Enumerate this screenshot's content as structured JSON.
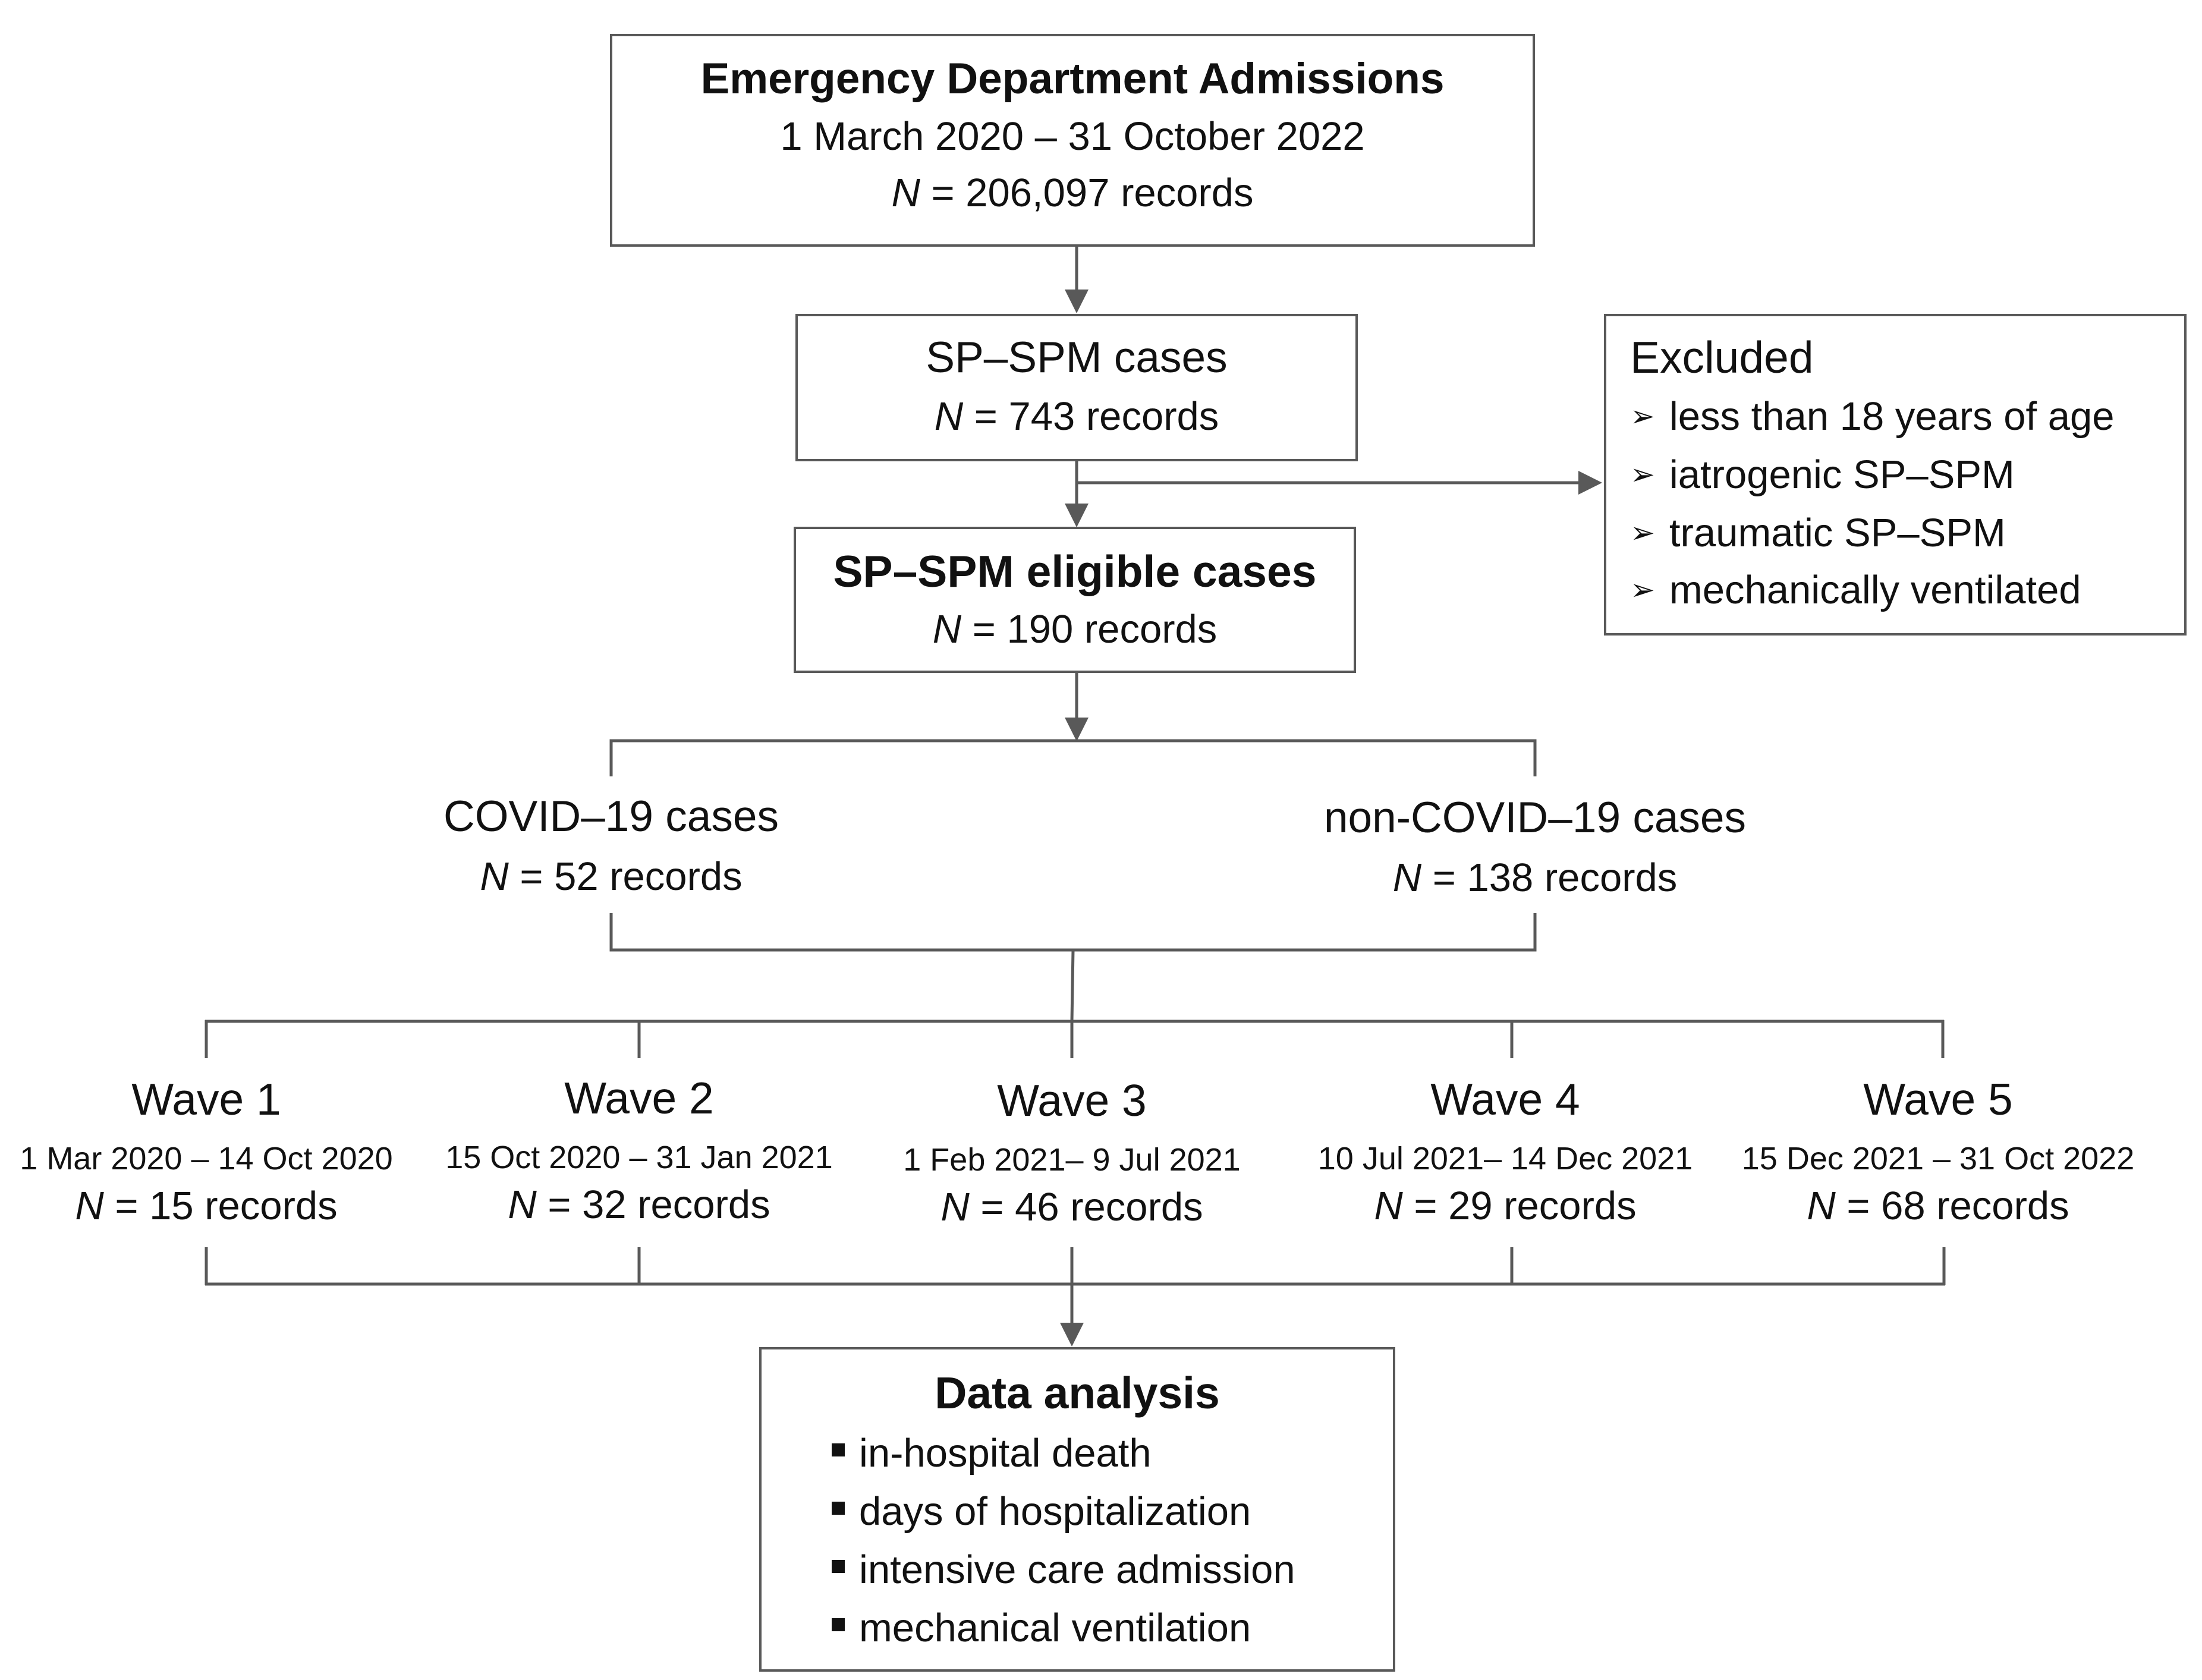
{
  "admissions": {
    "title": "Emergency Department Admissions",
    "period": "1 March 2020 – 31 October 2022",
    "n_label": "N",
    "n_value": " = 206,097 records"
  },
  "sp_spm": {
    "title": "SP–SPM cases",
    "n_label": "N",
    "n_value": " = 743 records"
  },
  "excluded": {
    "title": "Excluded",
    "items": [
      "less than 18 years of age",
      "iatrogenic SP–SPM",
      "traumatic SP–SPM",
      "mechanically ventilated"
    ]
  },
  "eligible": {
    "title": "SP–SPM eligible cases",
    "n_label": "N",
    "n_value": " = 190 records"
  },
  "covid": {
    "title": "COVID–19 cases",
    "n_label": "N",
    "n_value": " = 52 records"
  },
  "non_covid": {
    "title": "non-COVID–19 cases",
    "n_label": "N",
    "n_value": " = 138 records"
  },
  "waves": [
    {
      "title": "Wave 1",
      "period": "1 Mar 2020 – 14 Oct 2020",
      "n_label": "N",
      "n_value": " = 15 records"
    },
    {
      "title": "Wave 2",
      "period": "15 Oct 2020 – 31 Jan 2021",
      "n_label": "N",
      "n_value": " = 32 records"
    },
    {
      "title": "Wave 3",
      "period": "1 Feb  2021– 9 Jul 2021",
      "n_label": "N",
      "n_value": " = 46 records"
    },
    {
      "title": "Wave 4",
      "period": "10 Jul  2021– 14 Dec 2021",
      "n_label": "N",
      "n_value": " = 29 records"
    },
    {
      "title": "Wave 5",
      "period": "15 Dec 2021 – 31 Oct 2022",
      "n_label": "N",
      "n_value": " = 68 records"
    }
  ],
  "analysis": {
    "title": "Data analysis",
    "items": [
      "in-hospital death",
      "days of hospitalization",
      "intensive care admission",
      "mechanical ventilation"
    ]
  },
  "colors": {
    "line": "#595959",
    "text": "#111111"
  }
}
